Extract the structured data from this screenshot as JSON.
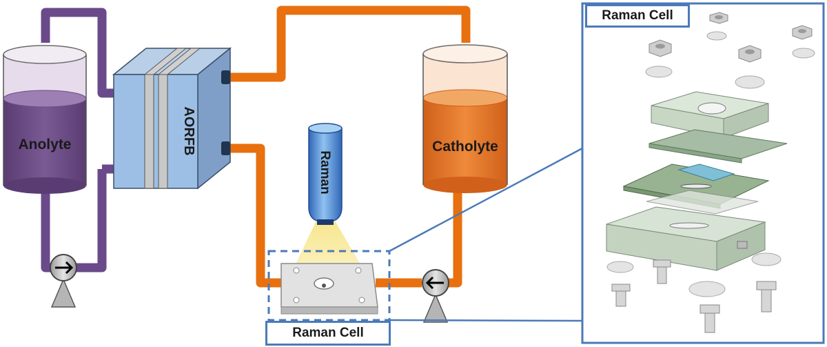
{
  "labels": {
    "anolyte": "Anolyte",
    "catholyte": "Catholyte",
    "battery": "AORFB",
    "raman_probe": "Raman",
    "raman_cell_bottom": "Raman Cell",
    "raman_cell_detail": "Raman Cell"
  },
  "colors": {
    "anolyte_tube": "#6a4a8a",
    "catholyte_tube": "#e8700f",
    "callout_blue": "#4a7ab8",
    "anolyte_liquid": "#6e4d86",
    "catholyte_liquid": "#e07a22"
  },
  "icons": {
    "pump_left": "pump-icon",
    "pump_right": "pump-icon",
    "raman_probe": "raman-probe-icon"
  }
}
